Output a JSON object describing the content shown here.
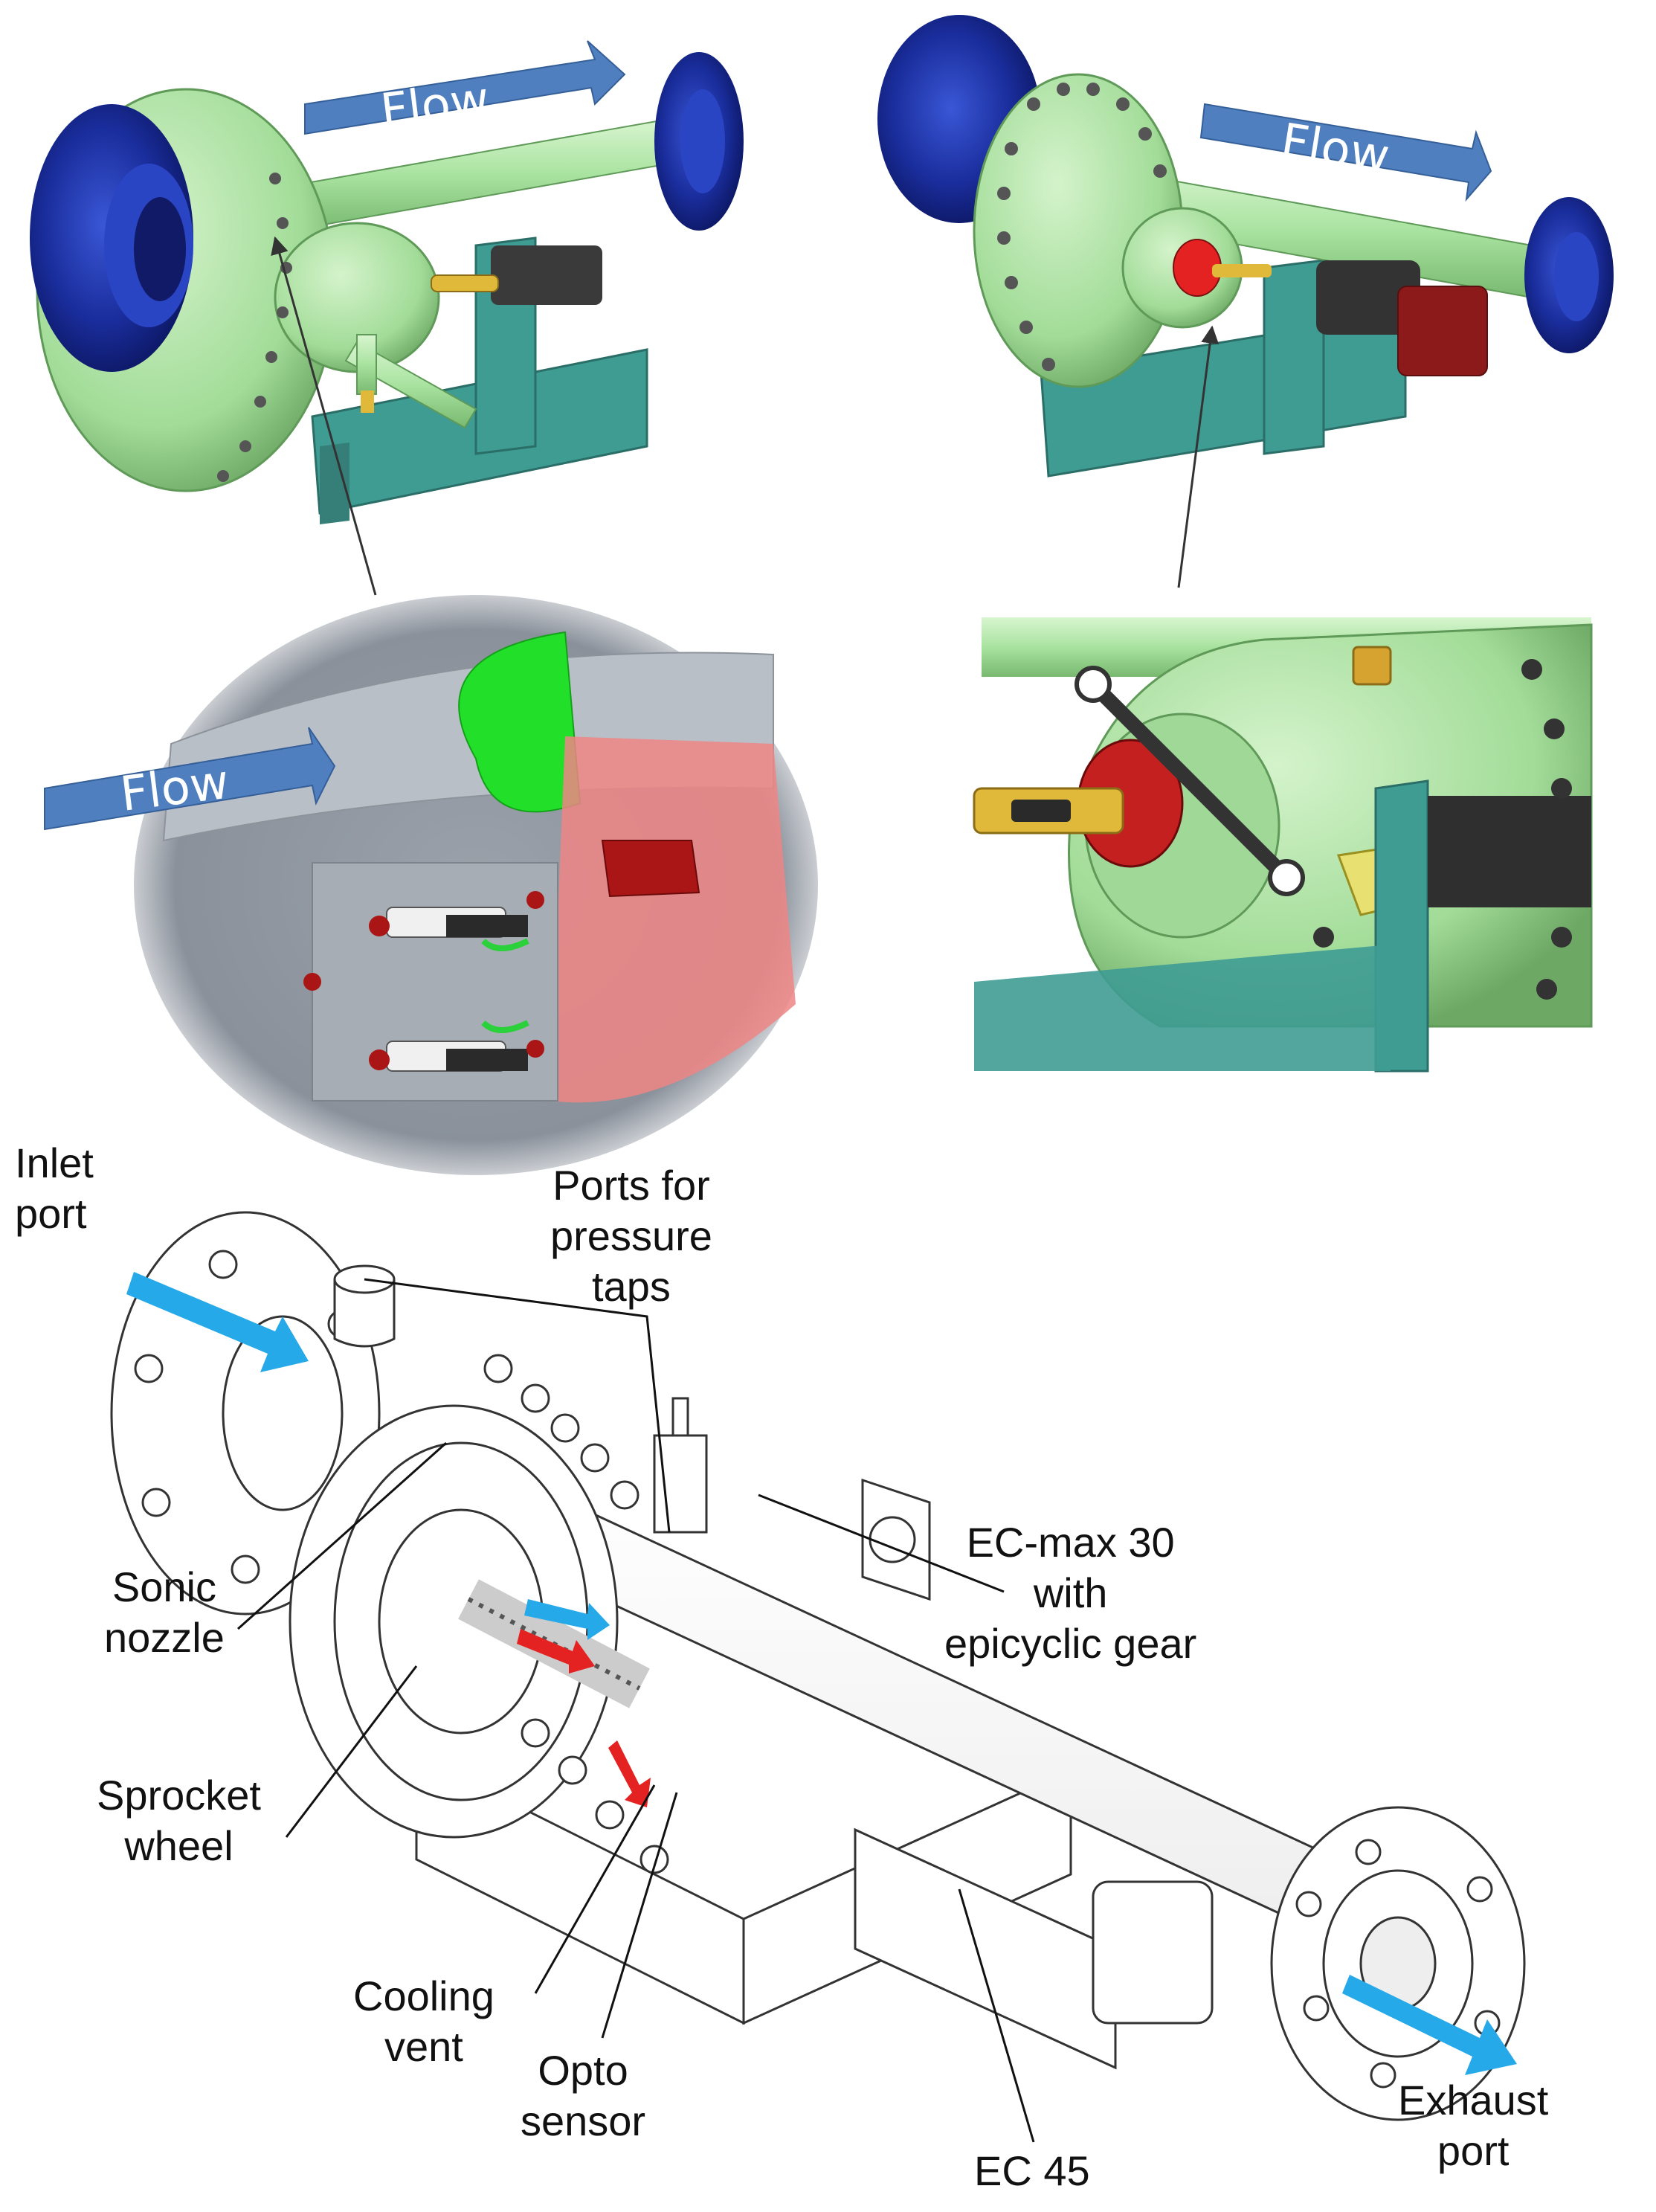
{
  "flow_labels": [
    "Flow",
    "Flow",
    "Flow"
  ],
  "callouts": {
    "inlet_port": [
      "Inlet",
      "port"
    ],
    "pressure_taps": [
      "Ports for",
      "pressure",
      "taps"
    ],
    "ec_max": [
      "EC-max 30",
      "with",
      "epicyclic gear"
    ],
    "sonic_nozzle": [
      "Sonic",
      "nozzle"
    ],
    "sprocket_wheel": [
      "Sprocket",
      "wheel"
    ],
    "cooling_vent": [
      "Cooling",
      "vent"
    ],
    "opto_sensor": [
      "Opto",
      "sensor"
    ],
    "ec45": [
      "EC 45"
    ],
    "exhaust_port": [
      "Exhaust",
      "port"
    ]
  },
  "colors": {
    "housing_green": "#a9e3a0",
    "flange_blue": "#1a2d9c",
    "frame_teal": "#3f9c93",
    "flow_arrow": "#4f7fbf",
    "motor_red": "#8c1a1a",
    "stream_arrow": "#26a9e8",
    "marker_red": "#e52222"
  }
}
